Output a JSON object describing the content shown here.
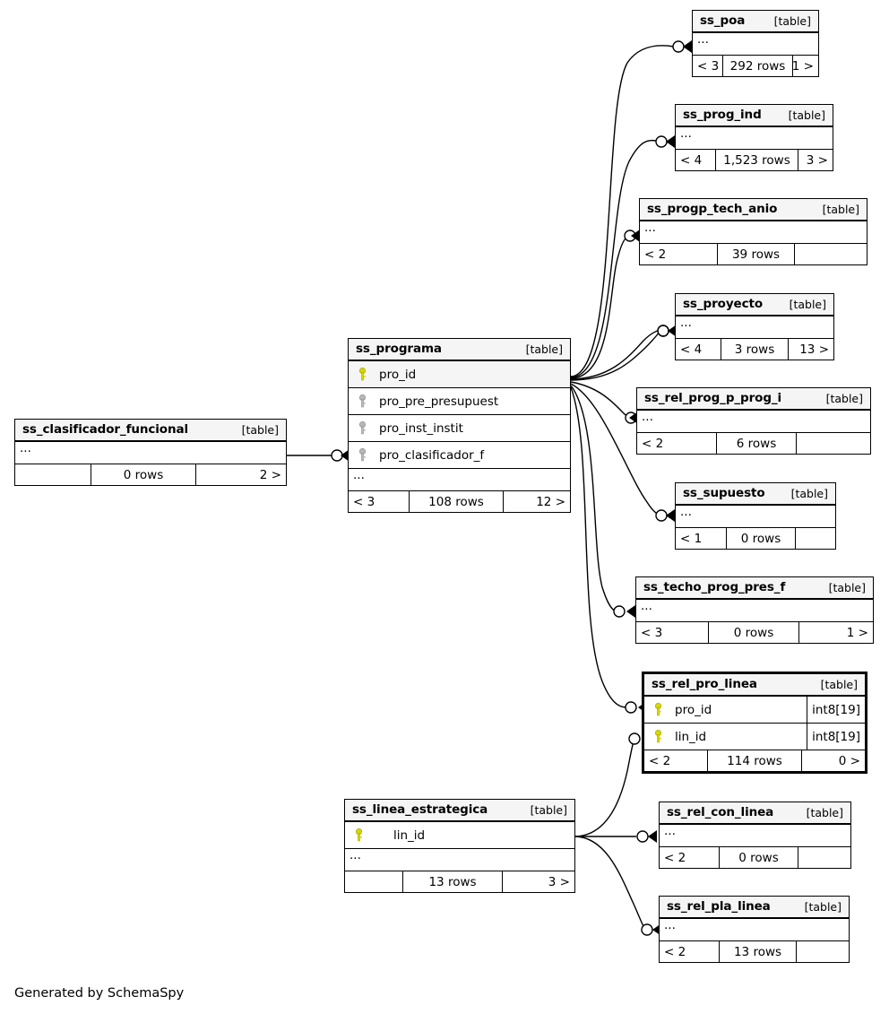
{
  "footer_credit": "Generated by SchemaSpy",
  "table_tag": "[table]",
  "ellipsis": "...",
  "colors": {
    "primary_key": "#d7d700",
    "foreign_key": "#b0b0b0",
    "title_bg": "#f5f5f5",
    "border": "#000000",
    "background": "#ffffff"
  },
  "tables": {
    "ss_poa": {
      "name": "ss_poa",
      "tag": "[table]",
      "ellipsis": "...",
      "footer": {
        "left": "< 3",
        "mid": "292 rows",
        "right": "1 >"
      }
    },
    "ss_prog_ind": {
      "name": "ss_prog_ind",
      "tag": "[table]",
      "ellipsis": "...",
      "footer": {
        "left": "< 4",
        "mid": "1,523 rows",
        "right": "3 >"
      }
    },
    "ss_progp_tech_anio": {
      "name": "ss_progp_tech_anio",
      "tag": "[table]",
      "ellipsis": "...",
      "footer": {
        "left": "< 2",
        "mid": "39 rows",
        "right": ""
      }
    },
    "ss_proyecto": {
      "name": "ss_proyecto",
      "tag": "[table]",
      "ellipsis": "...",
      "footer": {
        "left": "< 4",
        "mid": "3 rows",
        "right": "13 >"
      }
    },
    "ss_rel_prog_p_prog_i": {
      "name": "ss_rel_prog_p_prog_i",
      "tag": "[table]",
      "ellipsis": "...",
      "footer": {
        "left": "< 2",
        "mid": "6 rows",
        "right": ""
      }
    },
    "ss_supuesto": {
      "name": "ss_supuesto",
      "tag": "[table]",
      "ellipsis": "...",
      "footer": {
        "left": "< 1",
        "mid": "0 rows",
        "right": ""
      }
    },
    "ss_techo_prog_pres_f": {
      "name": "ss_techo_prog_pres_f",
      "tag": "[table]",
      "ellipsis": "...",
      "footer": {
        "left": "< 3",
        "mid": "0 rows",
        "right": "1 >"
      }
    },
    "ss_rel_pro_linea": {
      "name": "ss_rel_pro_linea",
      "tag": "[table]",
      "highlighted": true,
      "columns": [
        {
          "name": "pro_id",
          "key": "primary",
          "type": "int8[19]"
        },
        {
          "name": "lin_id",
          "key": "primary",
          "type": "int8[19]"
        }
      ],
      "footer": {
        "left": "< 2",
        "mid": "114 rows",
        "right": "0 >"
      }
    },
    "ss_rel_con_linea": {
      "name": "ss_rel_con_linea",
      "tag": "[table]",
      "ellipsis": "...",
      "footer": {
        "left": "< 2",
        "mid": "0 rows",
        "right": ""
      }
    },
    "ss_rel_pla_linea": {
      "name": "ss_rel_pla_linea",
      "tag": "[table]",
      "ellipsis": "...",
      "footer": {
        "left": "< 2",
        "mid": "13 rows",
        "right": ""
      }
    },
    "ss_programa": {
      "name": "ss_programa",
      "tag": "[table]",
      "ellipsis": "...",
      "columns": [
        {
          "name": "pro_id",
          "key": "primary"
        },
        {
          "name": "pro_pre_presupuest",
          "key": "foreign"
        },
        {
          "name": "pro_inst_instit",
          "key": "foreign"
        },
        {
          "name": "pro_clasificador_f",
          "key": "foreign"
        }
      ],
      "footer": {
        "left": "< 3",
        "mid": "108 rows",
        "right": "12 >"
      }
    },
    "ss_clasificador_funcional": {
      "name": "ss_clasificador_funcional",
      "tag": "[table]",
      "ellipsis": "...",
      "footer": {
        "left": "",
        "mid": "0 rows",
        "right": "2 >"
      }
    },
    "ss_linea_estrategica": {
      "name": "ss_linea_estrategica",
      "tag": "[table]",
      "ellipsis": "...",
      "columns": [
        {
          "name": "lin_id",
          "key": "primary"
        }
      ],
      "footer": {
        "left": "",
        "mid": "13 rows",
        "right": "3 >"
      }
    }
  }
}
